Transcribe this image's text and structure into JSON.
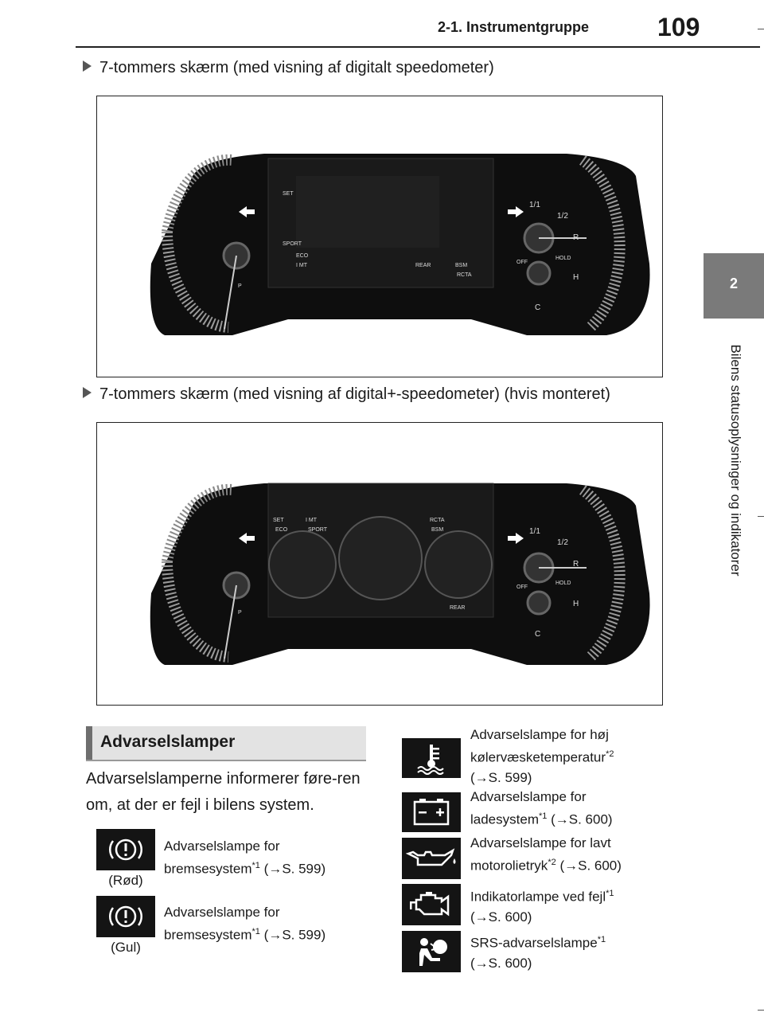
{
  "header": {
    "title": "2-1. Instrumentgruppe",
    "page_number": "109"
  },
  "side_tab": {
    "number": "2",
    "label": "Bilens statusoplysninger og indikatorer"
  },
  "figures": [
    {
      "caption": "7-tommers skærm (med visning af digitalt speedometer)",
      "labels": {
        "set": "SET",
        "sport": "SPORT",
        "eco": "ECO",
        "imt": "I MT",
        "rear": "REAR",
        "bsm": "BSM",
        "rcta": "RCTA",
        "hold": "HOLD",
        "full": "1/1",
        "half": "1/2",
        "hot": "H",
        "cold": "C",
        "r": "R",
        "off": "OFF",
        "p": "P"
      }
    },
    {
      "caption": "7-tommers skærm (med visning af digital+-speedometer) (hvis monteret)",
      "labels": {
        "set": "SET",
        "sport": "SPORT",
        "eco": "ECO",
        "imt": "I MT",
        "rear": "REAR",
        "bsm": "BSM",
        "rcta": "RCTA",
        "hold": "HOLD",
        "full": "1/1",
        "half": "1/2",
        "hot": "H",
        "cold": "C",
        "r": "R",
        "off": "OFF",
        "p": "P"
      }
    }
  ],
  "section": {
    "title": "Advarselslamper",
    "intro": "Advarselslamperne informerer føre-ren om, at der er fejl i bilens system."
  },
  "lamps_left": [
    {
      "icon": "brake-warning-icon",
      "caption": "(Rød)",
      "line1": "Advarselslampe for",
      "line2": "bremsesystem",
      "sup": "*1",
      "ref": " (→S. 599)"
    },
    {
      "icon": "brake-warning-icon",
      "caption": "(Gul)",
      "line1": "Advarselslampe for",
      "line2": "bremsesystem",
      "sup": "*1",
      "ref": " (→S. 599)"
    }
  ],
  "lamps_right": [
    {
      "icon": "coolant-temperature-icon",
      "line1": "Advarselslampe for høj",
      "line2": "kølervæsketemperatur",
      "sup": "*2",
      "line3": "(→S. 599)"
    },
    {
      "icon": "battery-charging-icon",
      "line1": "Advarselslampe for",
      "line2": "ladesystem",
      "sup": "*1",
      "ref": " (→S. 600)"
    },
    {
      "icon": "oil-pressure-icon",
      "line1": "Advarselslampe for lavt",
      "line2": "motorolietryk",
      "sup": "*2",
      "ref": " (→S. 600)"
    },
    {
      "icon": "check-engine-icon",
      "line1": "Indikatorlampe ved fejl",
      "sup": "*1",
      "line2": "(→S. 600)"
    },
    {
      "icon": "srs-airbag-icon",
      "line1": "SRS-advarselslampe",
      "sup": "*1",
      "line2": "(→S. 600)"
    }
  ]
}
